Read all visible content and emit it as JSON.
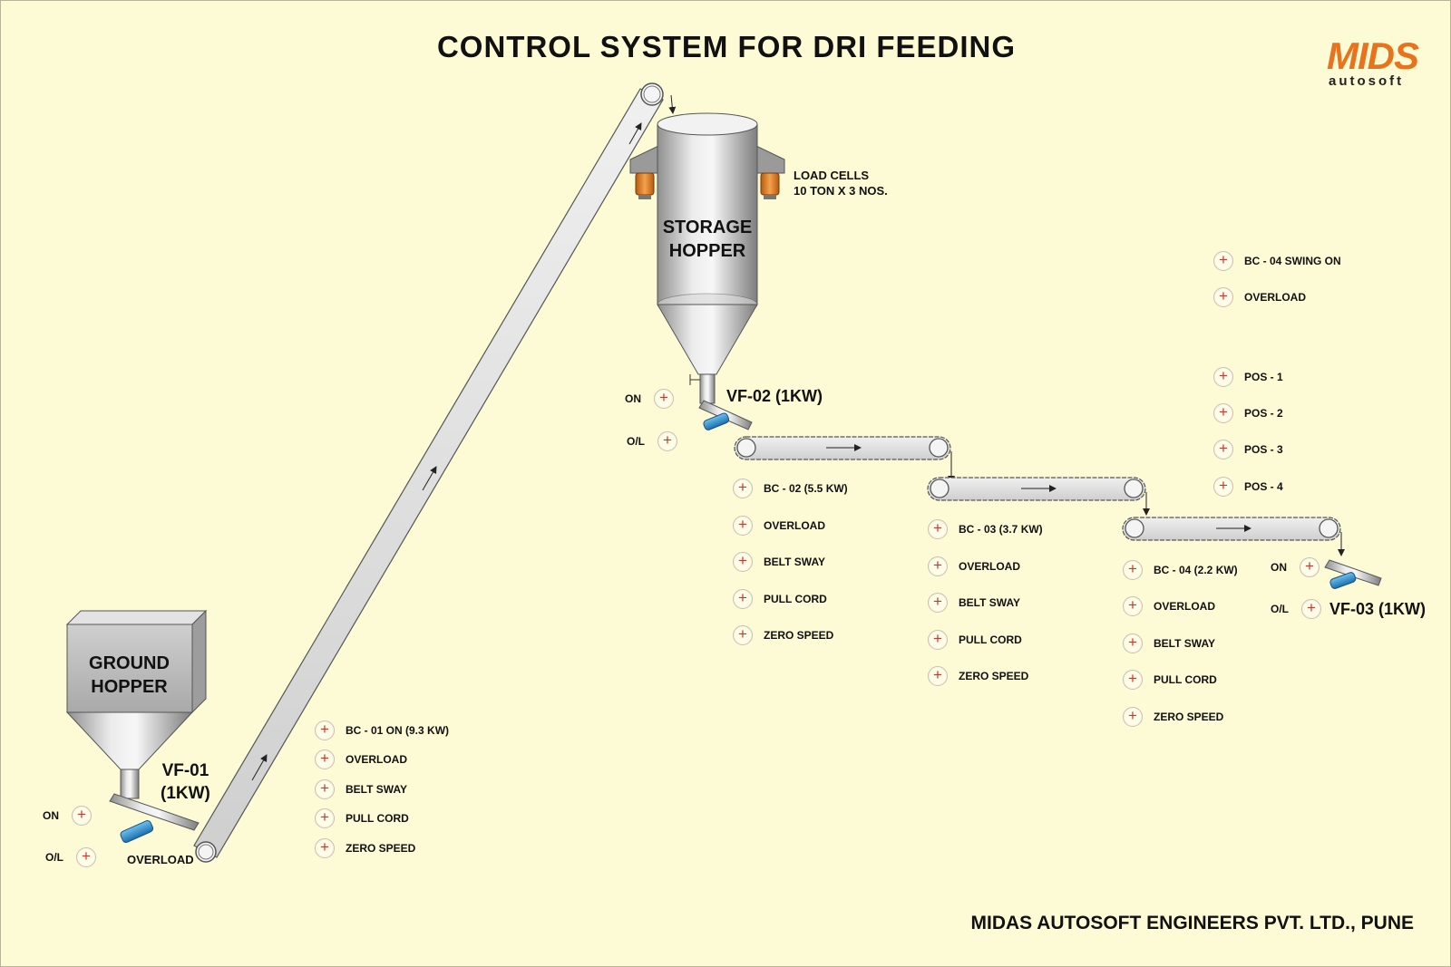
{
  "title": "CONTROL SYSTEM FOR DRI FEEDING",
  "footer": "MIDAS AUTOSOFT ENGINEERS PVT. LTD., PUNE",
  "logo": {
    "mark": "MIDS",
    "sub": "autosoft"
  },
  "equipment": {
    "ground_hopper": [
      "GROUND",
      "HOPPER"
    ],
    "storage_hopper": [
      "STORAGE",
      "HOPPER"
    ],
    "load_cells": [
      "LOAD CELLS",
      "10 TON X 3 NOS."
    ]
  },
  "feeders": {
    "vf01": {
      "name": [
        "VF-01",
        "(1KW)"
      ],
      "on": "ON",
      "ol": "O/L",
      "overload": "OVERLOAD"
    },
    "vf02": {
      "name": "VF-02 (1KW)",
      "on": "ON",
      "ol": "O/L"
    },
    "vf03": {
      "name": "VF-03 (1KW)",
      "on": "ON",
      "ol": "O/L"
    }
  },
  "conveyors": {
    "bc01": [
      "BC - 01 ON (9.3 KW)",
      "OVERLOAD",
      "BELT SWAY",
      "PULL CORD",
      "ZERO SPEED"
    ],
    "bc02": [
      "BC - 02 (5.5 KW)",
      "OVERLOAD",
      "BELT SWAY",
      "PULL CORD",
      "ZERO SPEED"
    ],
    "bc03": [
      "BC - 03 (3.7 KW)",
      "OVERLOAD",
      "BELT SWAY",
      "PULL CORD",
      "ZERO SPEED"
    ],
    "bc04": [
      "BC - 04 (2.2 KW)",
      "OVERLOAD",
      "BELT SWAY",
      "PULL CORD",
      "ZERO SPEED"
    ]
  },
  "swing": [
    "BC - 04 SWING ON",
    "OVERLOAD"
  ],
  "positions": [
    "POS - 1",
    "POS - 2",
    "POS - 3",
    "POS - 4"
  ],
  "button_glyph": "+",
  "colors": {
    "background": "#fdfbd6",
    "button_cross": "#c53a2e",
    "load_cell": "#e8862a",
    "motor": "#2f8fd4",
    "logo": "#e8731c"
  }
}
